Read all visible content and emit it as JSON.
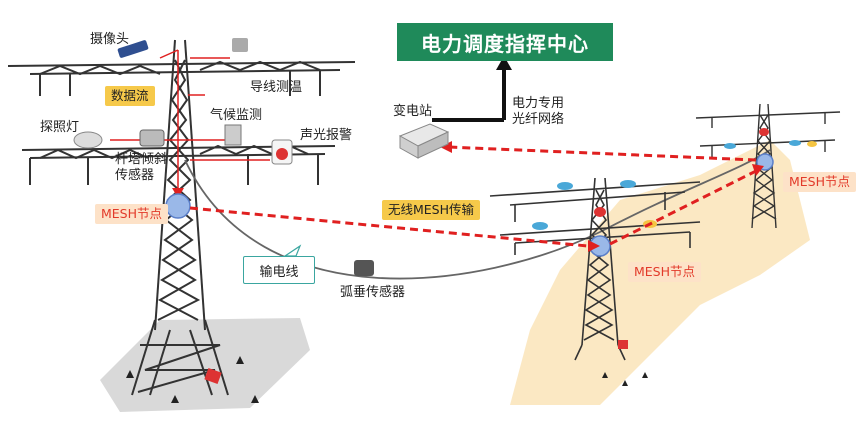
{
  "title_box": "电力调度指挥中心",
  "labels": {
    "camera": "摄像头",
    "wire_temp": "导线测温",
    "data_flow": "数据流",
    "searchlight": "探照灯",
    "weather": "气候监测",
    "sound_light_alarm": "声光报警",
    "tower_tilt": "杆塔倾斜\n传感器",
    "substation": "变电站",
    "fiber_network": "电力专用\n光纤网络",
    "wireless_mesh": "无线MESH传输",
    "mesh_node": "MESH节点",
    "transmission_line": "输电线",
    "sag_sensor": "弧垂传感器"
  },
  "colors": {
    "center_green": "#1f8a5a",
    "mesh_red": "#e02020",
    "tag_yellow": "#f6c94a",
    "tag_pink": "#fde2c8",
    "highlight_beige": "#fbe6bd",
    "ground_gray": "#d9d9d9"
  }
}
